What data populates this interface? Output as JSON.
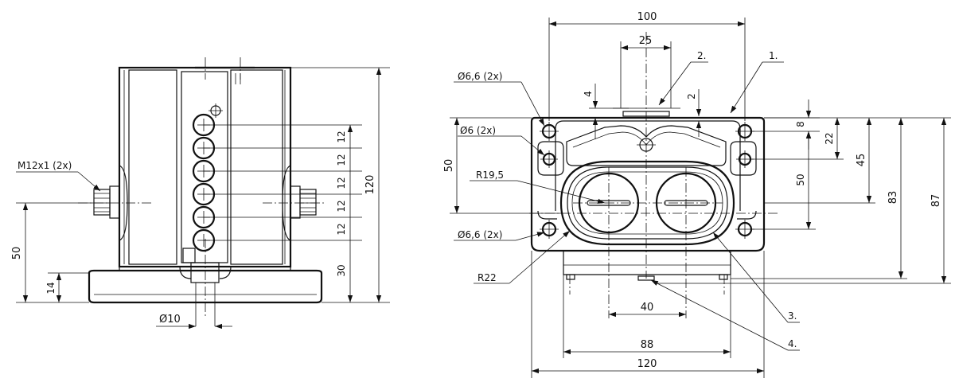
{
  "left_view": {
    "thread_callout": "M12x1  (2x)",
    "pitch_labels": [
      "12",
      "12",
      "12",
      "12",
      "12"
    ],
    "dim_30": "30",
    "dim_120": "120",
    "dim_50": "50",
    "dim_14": "14",
    "dim_dia10": "Ø10"
  },
  "right_view": {
    "dim_100": "100",
    "dim_25": "25",
    "dim_4": "4",
    "dim_2": "2",
    "dim_8": "8",
    "dim_22": "22",
    "dim_45": "45",
    "dim_50_inner": "50",
    "dim_83": "83",
    "dim_87": "87",
    "dim_50_left": "50",
    "dim_40": "40",
    "dim_88": "88",
    "dim_120": "120",
    "callout_hole_top": "Ø6,6 (2x)",
    "callout_hole_mid": "Ø6 (2x)",
    "callout_r195": "R19,5",
    "callout_hole_bot": "Ø6,6 (2x)",
    "callout_r22": "R22",
    "item_1": "1.",
    "item_2": "2.",
    "item_3": "3.",
    "item_4": "4."
  }
}
